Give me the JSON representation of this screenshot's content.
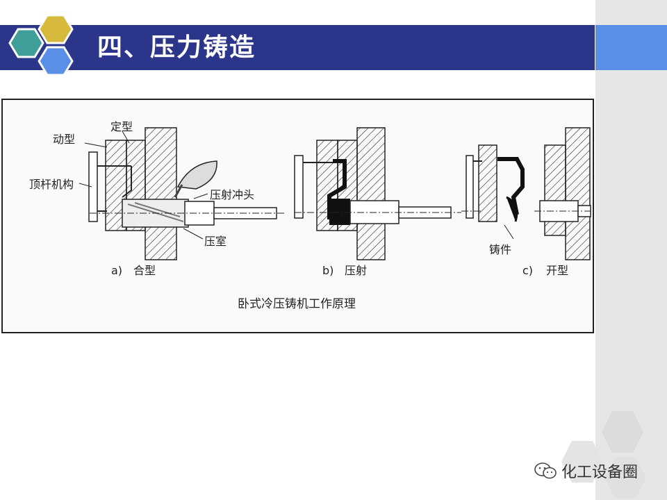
{
  "slide": {
    "title": "四、压力铸造",
    "figure": {
      "caption": "卧式冷压铸机工作原理",
      "labels": {
        "moving_die": "动型",
        "fixed_die": "定型",
        "ejector": "顶杆机构",
        "plunger": "压射冲头",
        "chamber": "压室",
        "casting": "铸件"
      },
      "steps": [
        {
          "id": "a)",
          "name": "合型"
        },
        {
          "id": "b)",
          "name": "压射"
        },
        {
          "id": "c)",
          "name": "开型"
        }
      ]
    },
    "watermark": "化工设备圈"
  },
  "colors": {
    "title_bar": "#2b3589",
    "title_accent": "#5b8ee6",
    "hex_teal": "#3f9e98",
    "hex_gold": "#d7b93c",
    "hex_blue": "#5b8ee6",
    "side_strip": "#e6e6e6"
  }
}
